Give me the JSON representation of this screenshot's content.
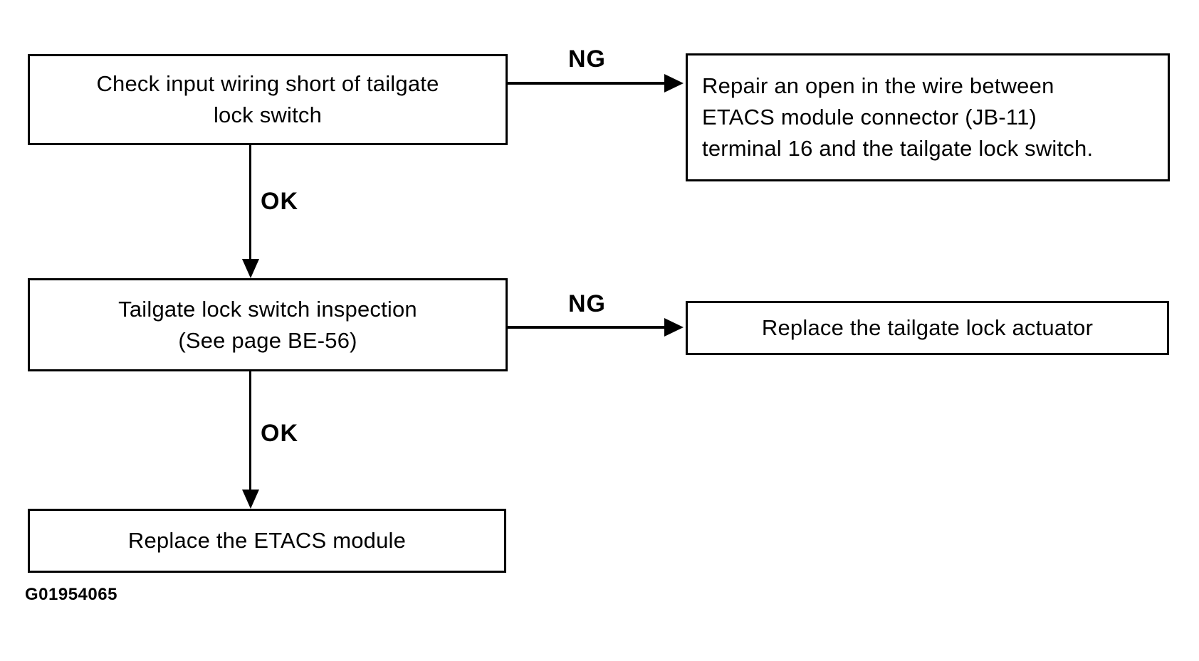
{
  "figure_code": "G01954065",
  "colors": {
    "line": "#000000",
    "background": "#ffffff",
    "text": "#000000"
  },
  "flowchart": {
    "nodes": [
      {
        "id": "check-input-wiring",
        "lines": [
          "Check input wiring short of tailgate",
          "lock switch"
        ]
      },
      {
        "id": "repair-wire-open",
        "lines": [
          "Repair an open in the wire between",
          "ETACS module connector (JB-11)",
          "terminal 16 and the tailgate lock switch."
        ]
      },
      {
        "id": "lock-switch-inspection",
        "lines": [
          "Tailgate lock switch inspection",
          "(See page BE-56)"
        ]
      },
      {
        "id": "replace-lock-actuator",
        "lines": [
          "Replace the tailgate lock actuator"
        ]
      },
      {
        "id": "replace-etacs-module",
        "lines": [
          "Replace the ETACS module"
        ]
      }
    ],
    "arrows": [
      {
        "from": "check-input-wiring",
        "to": "repair-wire-open",
        "label": "NG",
        "direction": "right"
      },
      {
        "from": "check-input-wiring",
        "to": "lock-switch-inspection",
        "label": "OK",
        "direction": "down"
      },
      {
        "from": "lock-switch-inspection",
        "to": "replace-lock-actuator",
        "label": "NG",
        "direction": "right"
      },
      {
        "from": "lock-switch-inspection",
        "to": "replace-etacs-module",
        "label": "OK",
        "direction": "down"
      }
    ]
  }
}
